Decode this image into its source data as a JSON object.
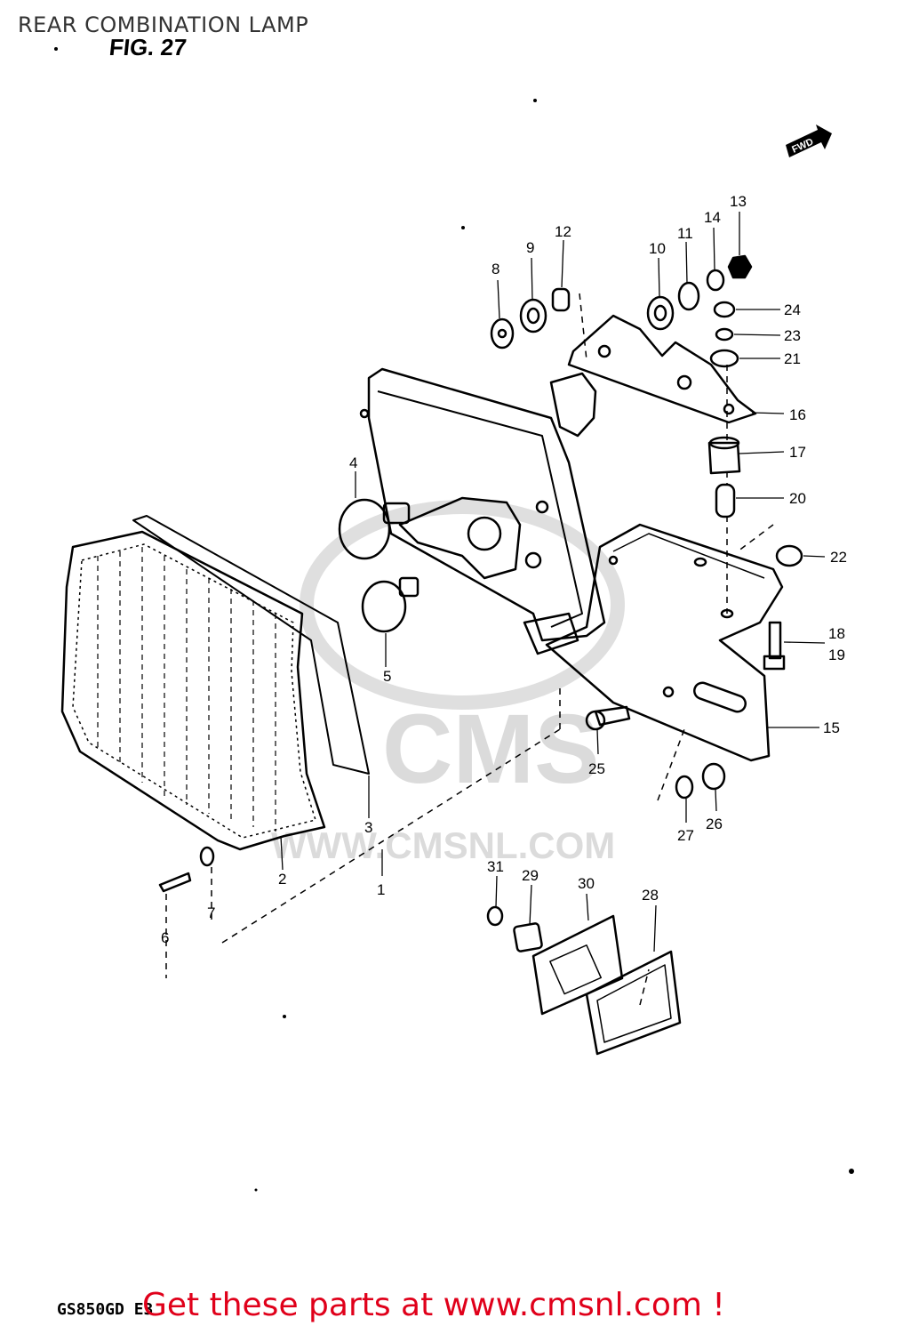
{
  "header": {
    "title": "REAR COMBINATION LAMP",
    "figure": "FIG. 27"
  },
  "diagram": {
    "fwd_arrow_label": "FWD",
    "callouts": [
      {
        "id": "c1",
        "label": "1"
      },
      {
        "id": "c2",
        "label": "2"
      },
      {
        "id": "c3",
        "label": "3"
      },
      {
        "id": "c4",
        "label": "4"
      },
      {
        "id": "c5",
        "label": "5"
      },
      {
        "id": "c6",
        "label": "6"
      },
      {
        "id": "c7",
        "label": "7"
      },
      {
        "id": "c8",
        "label": "8"
      },
      {
        "id": "c9",
        "label": "9"
      },
      {
        "id": "c10",
        "label": "10"
      },
      {
        "id": "c11",
        "label": "11"
      },
      {
        "id": "c12",
        "label": "12"
      },
      {
        "id": "c13",
        "label": "13"
      },
      {
        "id": "c14",
        "label": "14"
      },
      {
        "id": "c15",
        "label": "15"
      },
      {
        "id": "c16",
        "label": "16"
      },
      {
        "id": "c17",
        "label": "17"
      },
      {
        "id": "c18",
        "label": "18"
      },
      {
        "id": "c19",
        "label": "19"
      },
      {
        "id": "c20",
        "label": "20"
      },
      {
        "id": "c21",
        "label": "21"
      },
      {
        "id": "c22",
        "label": "22"
      },
      {
        "id": "c23",
        "label": "23"
      },
      {
        "id": "c24",
        "label": "24"
      },
      {
        "id": "c25",
        "label": "25"
      },
      {
        "id": "c26",
        "label": "26"
      },
      {
        "id": "c27",
        "label": "27"
      },
      {
        "id": "c28",
        "label": "28"
      },
      {
        "id": "c29",
        "label": "29"
      },
      {
        "id": "c30",
        "label": "30"
      },
      {
        "id": "c31",
        "label": "31"
      }
    ]
  },
  "watermark": {
    "brand": "CMS",
    "url": "WWW.CMSNL.COM"
  },
  "footer": {
    "model_code": "GS850GD E3",
    "cta": "Get these parts at www.cmsnl.com !"
  },
  "colors": {
    "cta": "#e0001a",
    "watermark": "#d8d8d8",
    "lineart": "#000000"
  }
}
